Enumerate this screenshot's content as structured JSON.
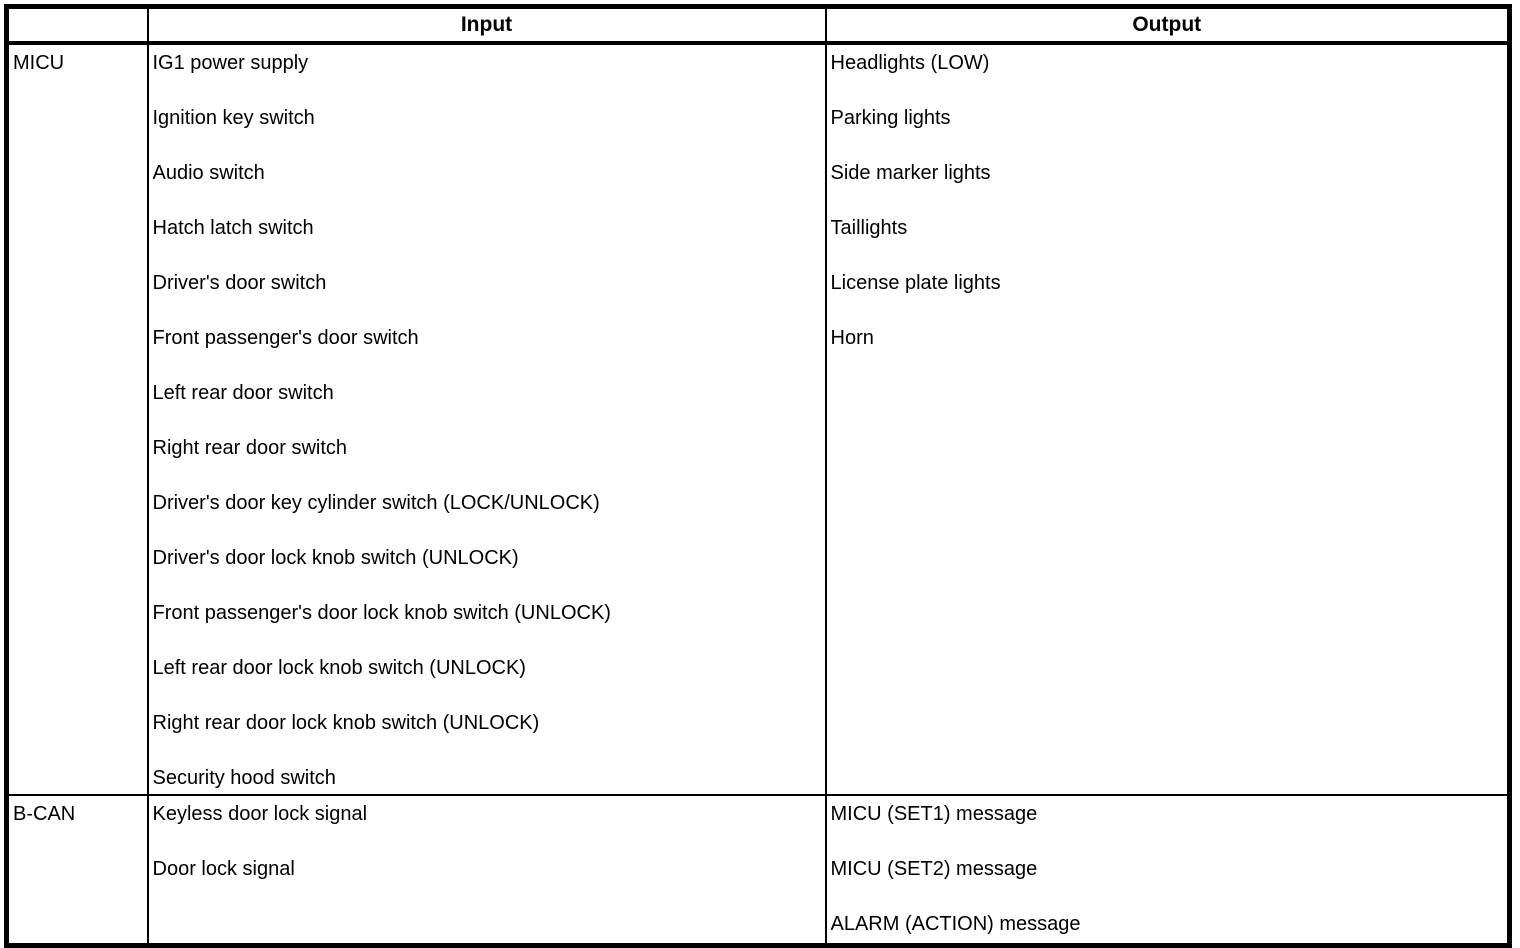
{
  "table": {
    "headers": {
      "corner": "",
      "input": "Input",
      "output": "Output"
    },
    "rows": [
      {
        "label": "MICU",
        "inputs": [
          "IG1 power supply",
          "Ignition key switch",
          "Audio switch",
          "Hatch latch switch",
          "Driver's door switch",
          "Front passenger's door switch",
          "Left rear door switch",
          "Right rear door switch",
          "Driver's door key cylinder switch (LOCK/UNLOCK)",
          "Driver's door lock knob switch (UNLOCK)",
          "Front passenger's door lock knob switch (UNLOCK)",
          "Left rear door lock knob switch (UNLOCK)",
          "Right rear door lock knob switch (UNLOCK)",
          "Security hood switch"
        ],
        "outputs": [
          "Headlights (LOW)",
          "Parking lights",
          "Side marker lights",
          "Taillights",
          "License plate lights",
          "Horn"
        ]
      },
      {
        "label": "B-CAN",
        "inputs": [
          "Keyless door lock signal",
          "Door lock signal"
        ],
        "outputs": [
          "MICU (SET1) message",
          "MICU (SET2) message",
          "ALARM (ACTION) message"
        ]
      }
    ],
    "colors": {
      "border": "#000000",
      "text": "#000000",
      "background": "#ffffff"
    }
  }
}
